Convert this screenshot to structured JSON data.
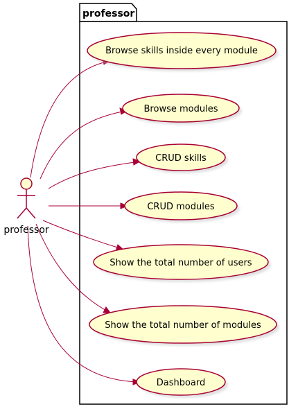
{
  "package": {
    "title": "professor"
  },
  "actor": {
    "name": "professor"
  },
  "colors": {
    "line": "#A80036",
    "fill": "#FEFECE",
    "frame": "#000000"
  },
  "use_cases": [
    {
      "label": "Browse skills inside every module"
    },
    {
      "label": "Browse modules"
    },
    {
      "label": "CRUD skills"
    },
    {
      "label": "CRUD modules"
    },
    {
      "label": "Show the total number of users"
    },
    {
      "label": "Show the total number of modules"
    },
    {
      "label": "Dashboard"
    }
  ]
}
